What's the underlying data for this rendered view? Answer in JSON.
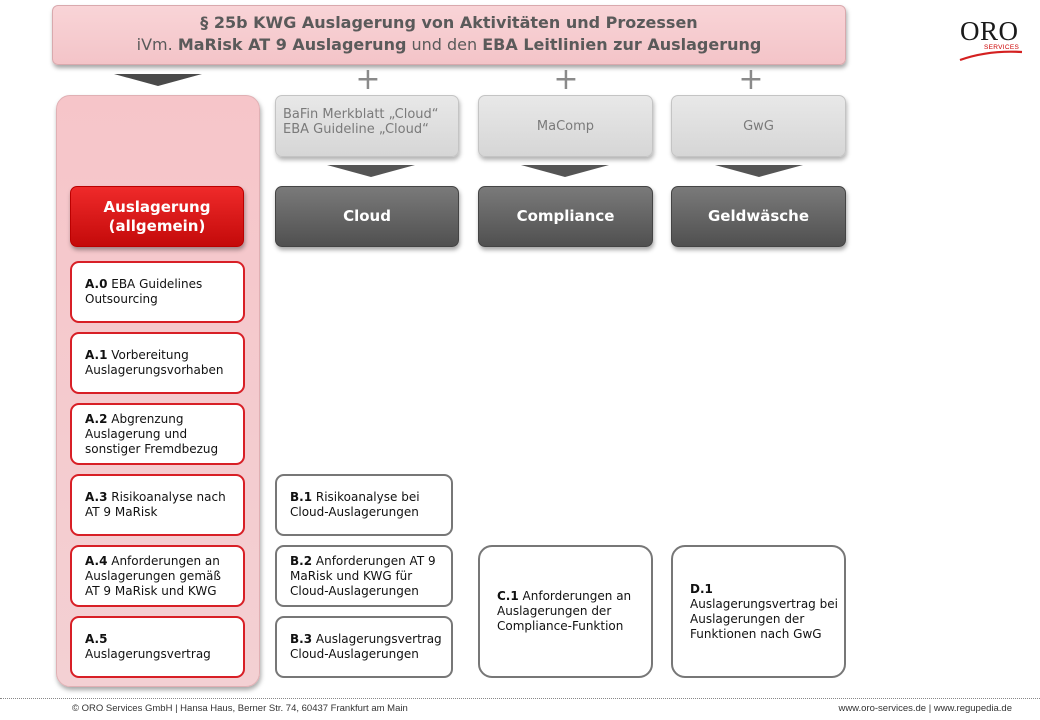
{
  "banner": {
    "line1": "§ 25b KWG Auslagerung von Aktivitäten und Prozessen",
    "line2_prefix": "iVm. ",
    "line2_b1": "MaRisk AT 9 Auslagerung",
    "line2_mid": " und den ",
    "line2_b2": "EBA Leitlinien zur Auslagerung"
  },
  "logo": {
    "name": "ORO",
    "sub": "SERVICES"
  },
  "plus_symbol": "+",
  "sources": {
    "cloud_line1": "BaFin Merkblatt „Cloud“",
    "cloud_line2": "EBA Guideline „Cloud“",
    "compliance": "MaComp",
    "aml": "GwG"
  },
  "categories": {
    "general_line1": "Auslagerung",
    "general_line2": "(allgemein)",
    "cloud": "Cloud",
    "compliance": "Compliance",
    "aml": "Geldwäsche"
  },
  "items": {
    "a0": {
      "code": "A.0",
      "text": " EBA Guidelines Outsourcing"
    },
    "a1": {
      "code": "A.1",
      "text": " Vorbereitung Auslagerungsvorhaben"
    },
    "a2": {
      "code": "A.2",
      "text": " Abgrenzung Auslagerung und sonstiger Fremdbezug"
    },
    "a3": {
      "code": "A.3",
      "text": " Risikoanalyse nach AT 9 MaRisk"
    },
    "a4": {
      "code": "A.4",
      "text": " Anforderungen an Auslagerungen gemäß AT 9 MaRisk und KWG"
    },
    "a5": {
      "code": "A.5",
      "text": " Auslagerungsvertrag"
    },
    "b1": {
      "code": "B.1",
      "text": " Risikoanalyse bei Cloud-Auslagerungen"
    },
    "b2": {
      "code": "B.2",
      "text": " Anforderungen AT 9 MaRisk und KWG für Cloud-Auslagerungen"
    },
    "b3": {
      "code": "B.3",
      "text": " Auslagerungsvertrag Cloud-Auslagerungen"
    },
    "c1": {
      "code": "C.1",
      "text": " Anforderungen an Auslagerungen der Compliance-Funktion"
    },
    "d1": {
      "code": "D.1",
      "text": " Auslagerungsvertrag bei Auslagerungen der Funktionen nach GwG"
    }
  },
  "footer": {
    "left": "© ORO Services GmbH  |  Hansa Haus, Berner Str. 74, 60437 Frankfurt am Main",
    "right": "www.oro-services.de | www.regupedia.de"
  },
  "colors": {
    "accent_red": "#d81f26",
    "banner_pink": "#f6cdd1",
    "header_gray": "#5f5f5f"
  }
}
